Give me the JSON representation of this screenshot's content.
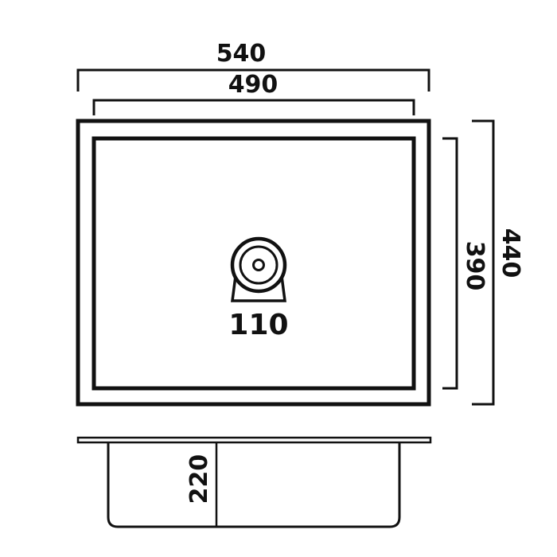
{
  "dimensions": {
    "outer_width": "540",
    "inner_width": "490",
    "outer_height": "440",
    "inner_height": "390",
    "drain_diameter": "110",
    "depth": "220"
  },
  "colors": {
    "line": "#111111",
    "background": "#ffffff"
  },
  "icons": {
    "drain": "drain-outlet-icon"
  }
}
